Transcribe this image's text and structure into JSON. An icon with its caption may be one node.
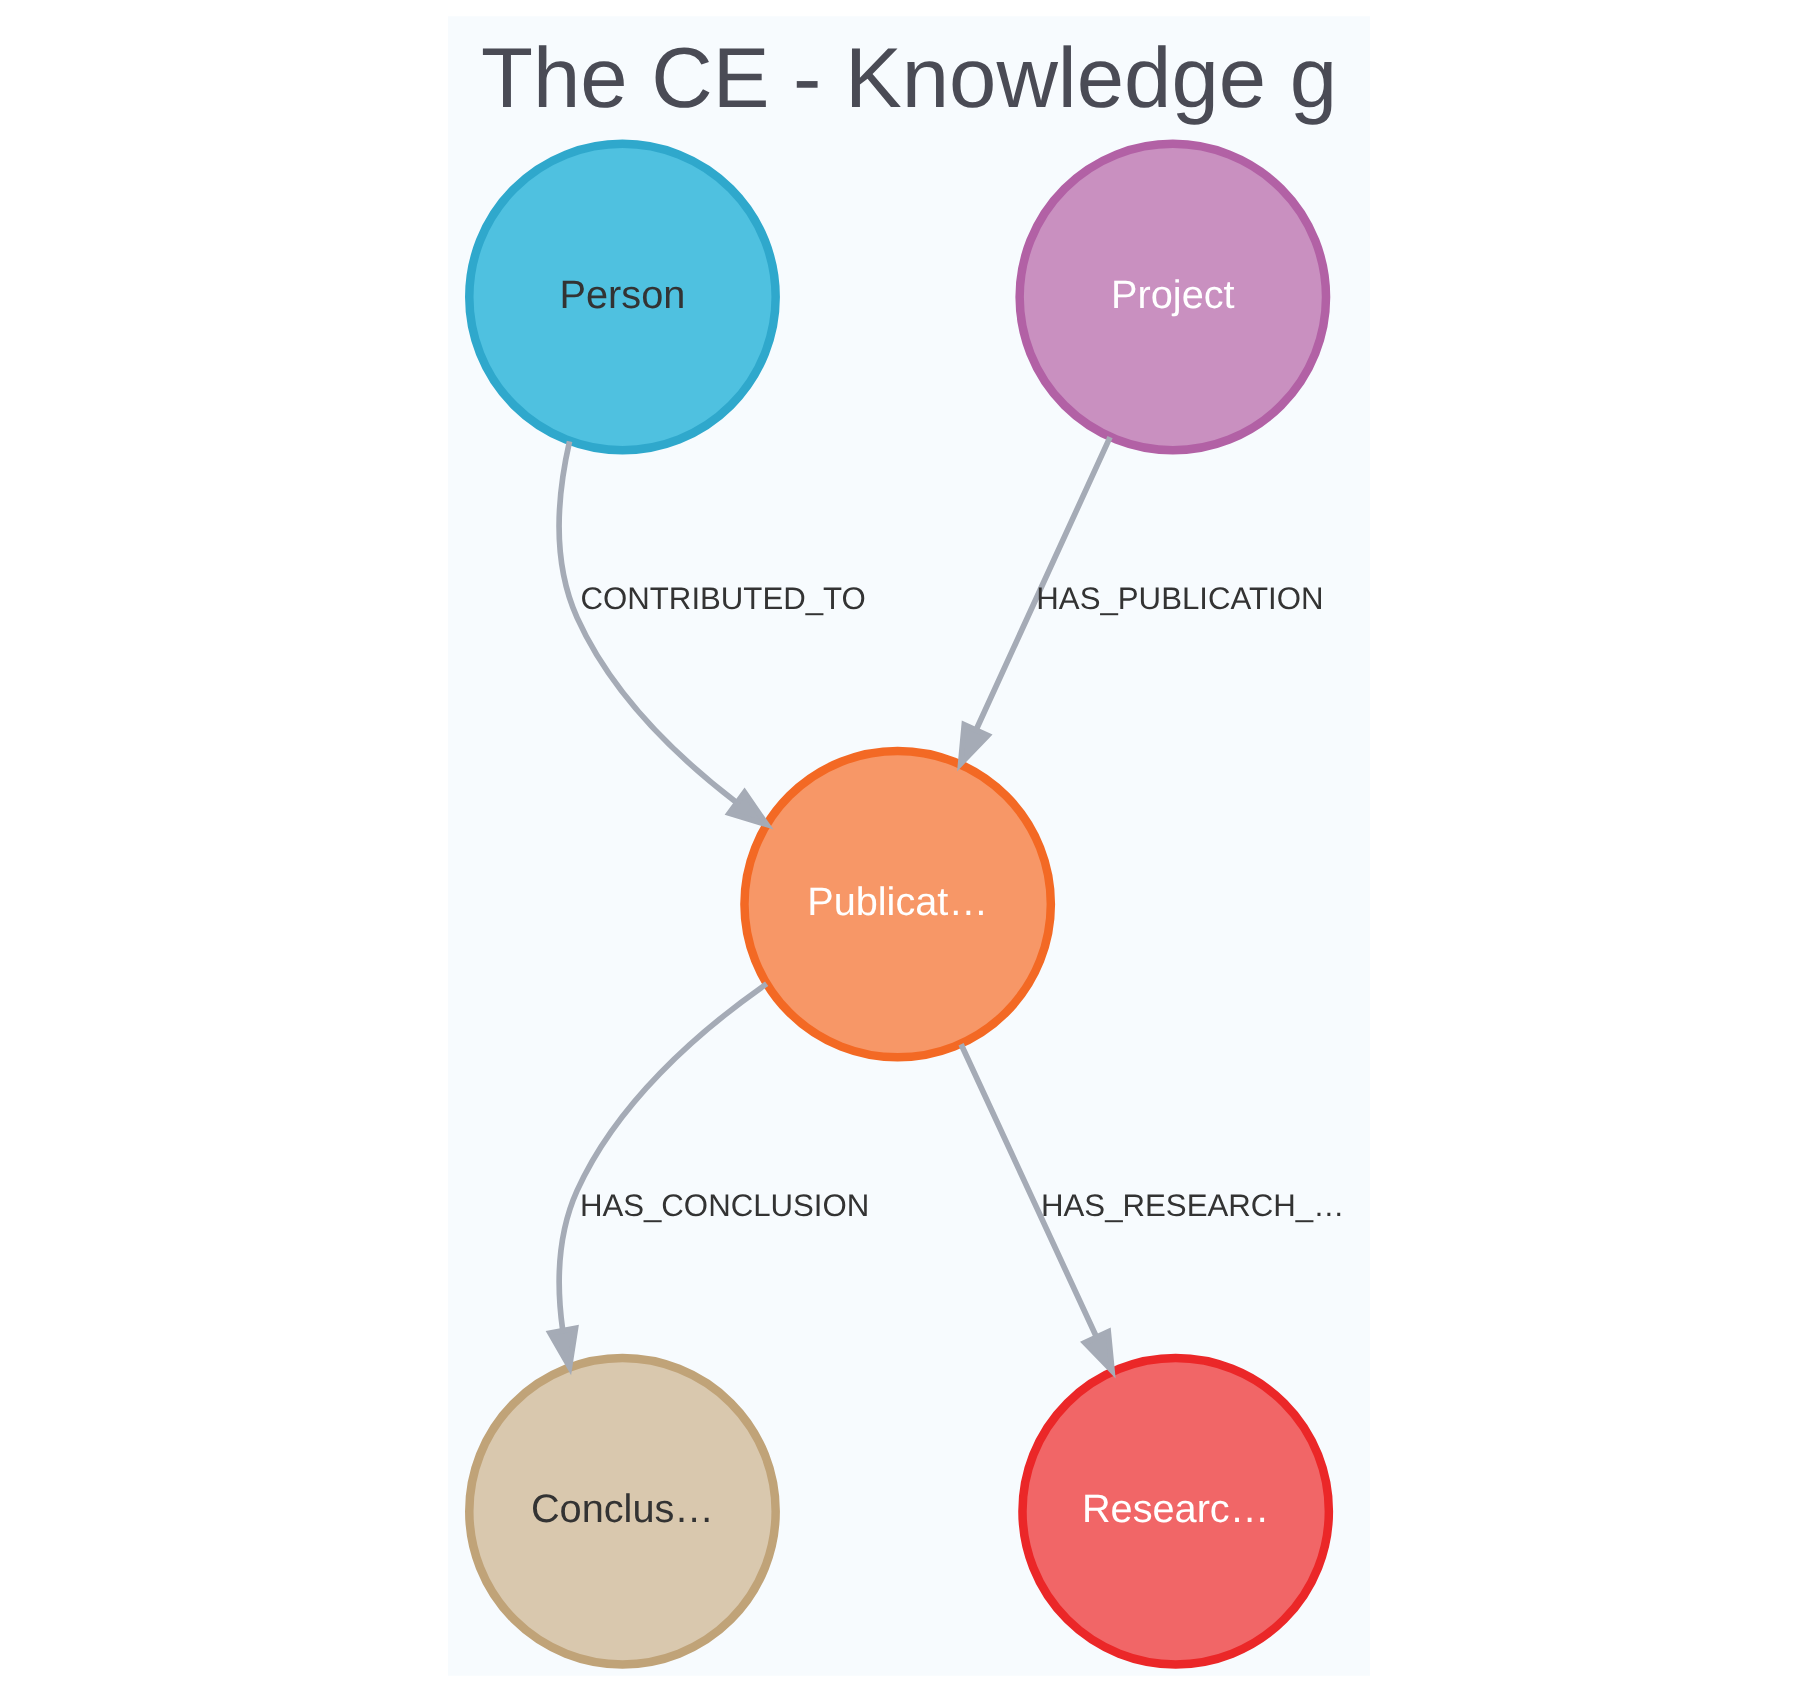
{
  "diagram": {
    "title": "The CE - Knowledge g",
    "nodes": [
      {
        "text": [
          "Person"
        ]
      },
      {
        "text": [
          "Publicat…"
        ]
      },
      {
        "text": [
          "Conclus…"
        ]
      },
      {
        "text": [
          "Researc…"
        ]
      },
      {
        "text": [
          "Project"
        ]
      }
    ],
    "edges": [
      {
        "from": 0,
        "to": 1,
        "arrow": "to",
        "label": "CONTRIBUTED_TO"
      },
      {
        "from": 1,
        "to": 2,
        "arrow": "to",
        "label": "HAS_CONCLUSION"
      },
      {
        "from": 1,
        "to": 3,
        "arrow": "to",
        "label": "HAS_RESEARCH_…"
      },
      {
        "from": 4,
        "to": 1,
        "arrow": "to",
        "label": "HAS_PUBLICATION"
      }
    ]
  }
}
